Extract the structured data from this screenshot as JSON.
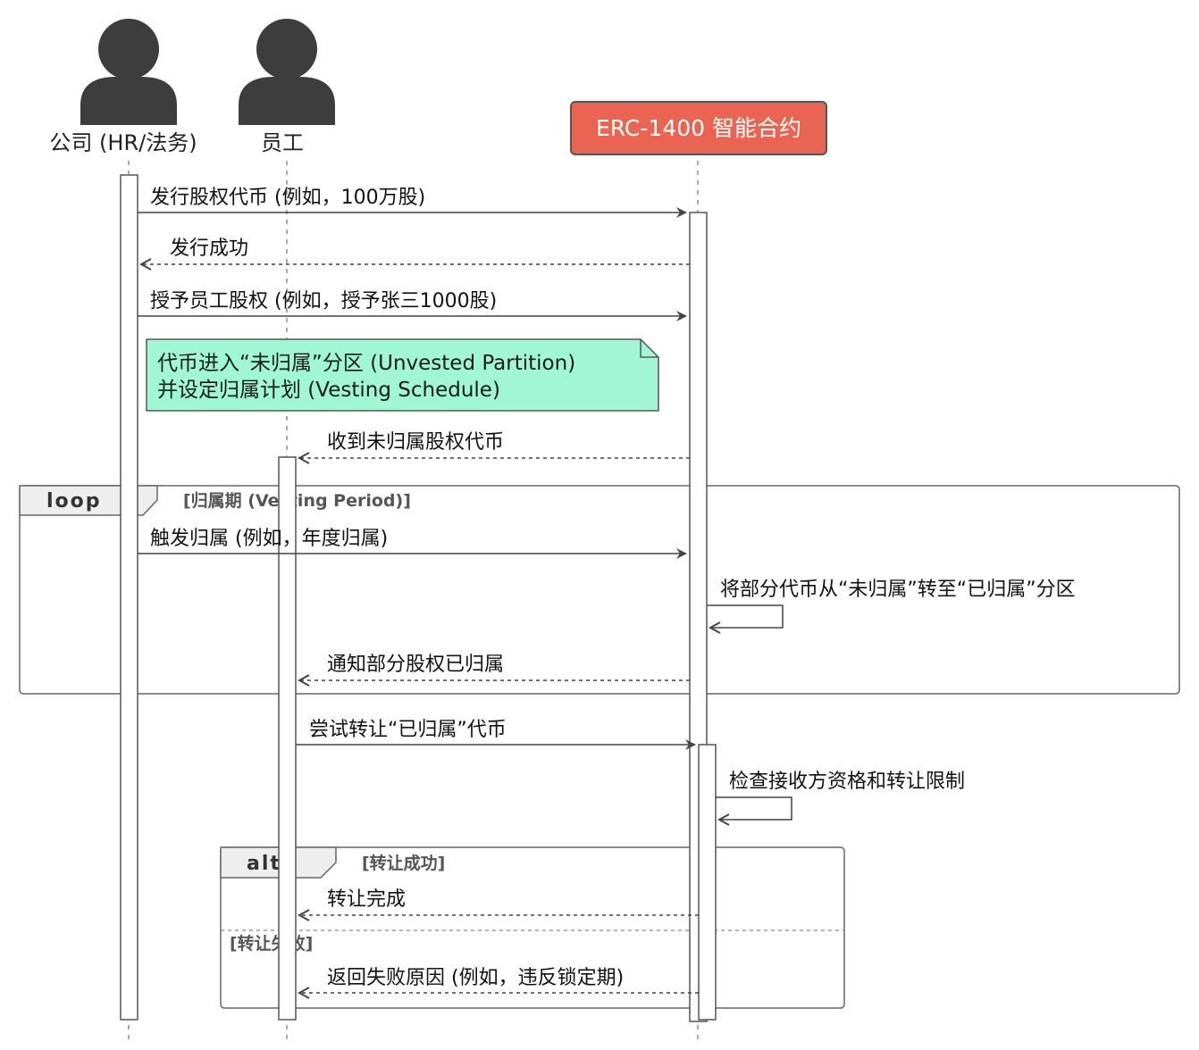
{
  "actors": {
    "company": {
      "label": "公司 (HR/法务)"
    },
    "employee": {
      "label": "员工"
    },
    "contract": {
      "label": "ERC-1400 智能合约"
    }
  },
  "messages": {
    "m1": "发行股权代币 (例如，100万股)",
    "m2": "发行成功",
    "m3": "授予员工股权 (例如，授予张三1000股)",
    "m4": "收到未归属股权代币",
    "m5": "触发归属 (例如，年度归属)",
    "m6": "将部分代币从“未归属”转至“已归属”分区",
    "m7": "通知部分股权已归属",
    "m8": "尝试转让“已归属”代币",
    "m9": "检查接收方资格和转让限制",
    "m10": "转让完成",
    "m11": "返回失败原因 (例如，违反锁定期)"
  },
  "note": {
    "line1": "代币进入“未归属”分区 (Unvested Partition)",
    "line2": "并设定归属计划 (Vesting Schedule)"
  },
  "loop": {
    "tag": "loop",
    "condition": "[归属期 (Vesting Period)]"
  },
  "alt": {
    "tag": "alt",
    "condition": "[转让成功]",
    "else_condition": "[转让失败]"
  },
  "colors": {
    "contract_fill": "#E96552",
    "note_fill": "#A0F7D4",
    "actor_fill": "#3d3d3d",
    "line": "#444444"
  }
}
